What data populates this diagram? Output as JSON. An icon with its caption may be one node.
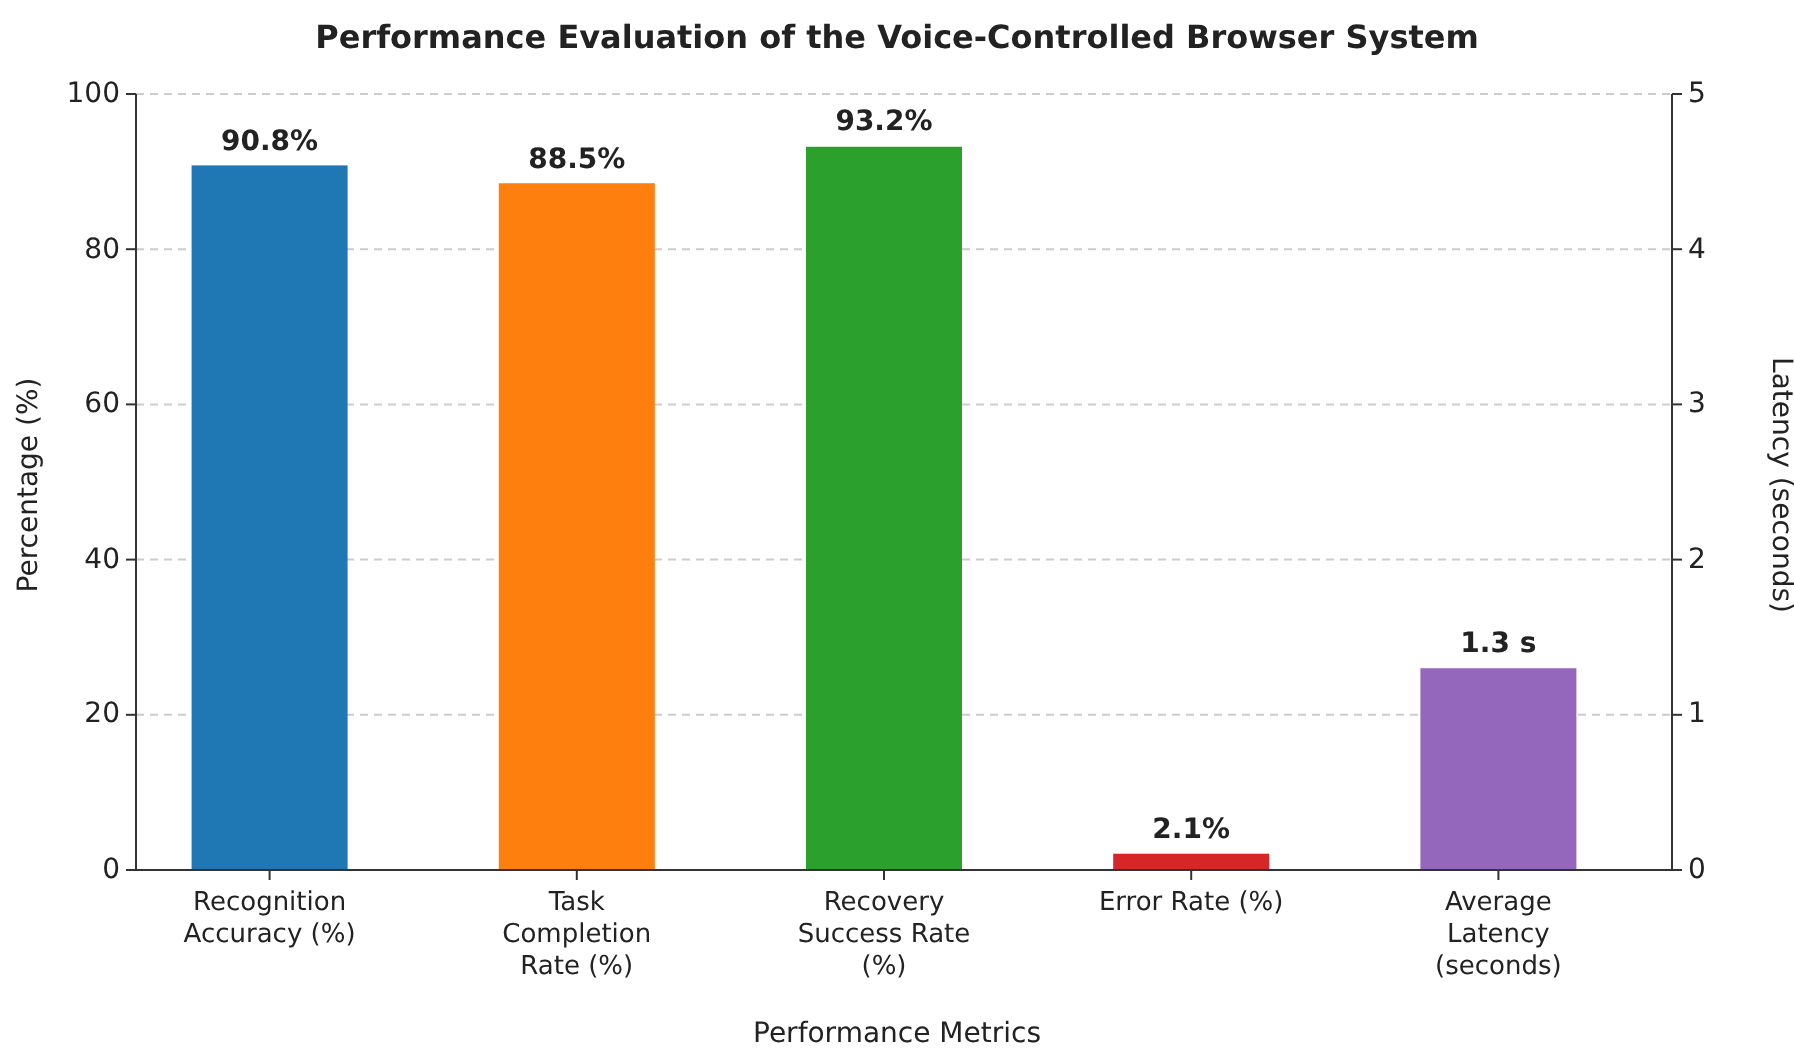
{
  "diagram": {
    "chart_data": {
      "type": "bar",
      "title": "Performance Evaluation of the Voice-Controlled Browser System",
      "xlabel": "Performance Metrics",
      "ylabel": "Percentage (%)",
      "y2label": "Latency (seconds)",
      "categories": [
        "Recognition Accuracy (%)",
        "Task Completion Rate (%)",
        "Recovery Success Rate (%)",
        "Error Rate (%)",
        "Average Latency (seconds)"
      ],
      "stacked": true,
      "grid": true,
      "series": [
        {
          "color": "#1f77b4",
          "values": [
            90.8,
            null,
            null,
            null,
            null
          ]
        },
        {
          "color": "#ff7f0e",
          "values": [
            null,
            88.5,
            null,
            null,
            null
          ]
        },
        {
          "color": "#2ca02c",
          "values": [
            null,
            null,
            93.2,
            null,
            null
          ]
        },
        {
          "color": "#d62728",
          "values": [
            null,
            null,
            null,
            2.1,
            null
          ]
        },
        {
          "color": "#9467bd",
          "values": [
            null,
            null,
            null,
            null,
            1.3
          ],
          "axis": "y2"
        }
      ],
      "value_labels": [
        "90.8%",
        "88.5%",
        "93.2%",
        "2.1%",
        "1.3 s"
      ],
      "ylim": [
        0,
        100
      ],
      "yticks": [
        0,
        20,
        40,
        60,
        80,
        100
      ],
      "y2lim": [
        0,
        5
      ],
      "y2ticks": [
        0,
        1,
        2,
        3,
        4,
        5
      ]
    }
  }
}
